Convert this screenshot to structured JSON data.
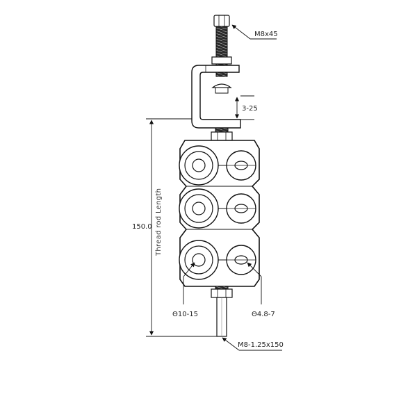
{
  "labels": {
    "bolt": "M8x45",
    "clamp_gap": "3-25",
    "overall_length": "150.0",
    "thread_rod_length": "Thread rod Length",
    "large_hole": "Θ10-15",
    "small_hole": "Θ4.8-7",
    "threaded_rod": "M8-1.25x150"
  }
}
